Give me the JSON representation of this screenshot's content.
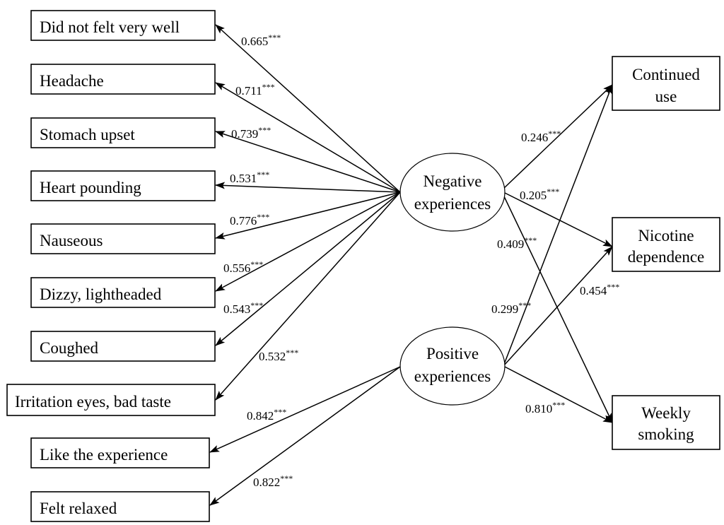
{
  "latent": {
    "negative": {
      "line1": "Negative",
      "line2": "experiences"
    },
    "positive": {
      "line1": "Positive",
      "line2": "experiences"
    }
  },
  "indicators": [
    {
      "label": "Did not felt very well",
      "loading": "0.665",
      "sig": "***"
    },
    {
      "label": "Headache",
      "loading": "0.711",
      "sig": "***"
    },
    {
      "label": "Stomach upset",
      "loading": "0.739",
      "sig": "***"
    },
    {
      "label": "Heart pounding",
      "loading": "0.531",
      "sig": "***"
    },
    {
      "label": "Nauseous",
      "loading": "0.776",
      "sig": "***"
    },
    {
      "label": "Dizzy, lightheaded",
      "loading": "0.556",
      "sig": "***"
    },
    {
      "label": "Coughed",
      "loading": "0.543",
      "sig": "***"
    },
    {
      "label": "Irritation eyes, bad taste",
      "loading": "0.532",
      "sig": "***"
    },
    {
      "label": "Like the experience",
      "loading": "0.842",
      "sig": "***"
    },
    {
      "label": "Felt relaxed",
      "loading": "0.822",
      "sig": "***"
    }
  ],
  "outcomes": [
    {
      "line1": "Continued",
      "line2": "use"
    },
    {
      "line1": "Nicotine",
      "line2": "dependence"
    },
    {
      "line1": "Weekly",
      "line2": "smoking"
    }
  ],
  "paths": [
    {
      "from": "Negative experiences",
      "to": "Continued use",
      "coef": "0.246",
      "sig": "***"
    },
    {
      "from": "Negative experiences",
      "to": "Nicotine dependence",
      "coef": "0.205",
      "sig": "***"
    },
    {
      "from": "Negative experiences",
      "to": "Weekly smoking",
      "coef": "0.409",
      "sig": "***"
    },
    {
      "from": "Positive experiences",
      "to": "Continued use",
      "coef": "0.299",
      "sig": "***"
    },
    {
      "from": "Positive experiences",
      "to": "Nicotine dependence",
      "coef": "0.454",
      "sig": "***"
    },
    {
      "from": "Positive experiences",
      "to": "Weekly smoking",
      "coef": "0.810",
      "sig": "***"
    }
  ]
}
